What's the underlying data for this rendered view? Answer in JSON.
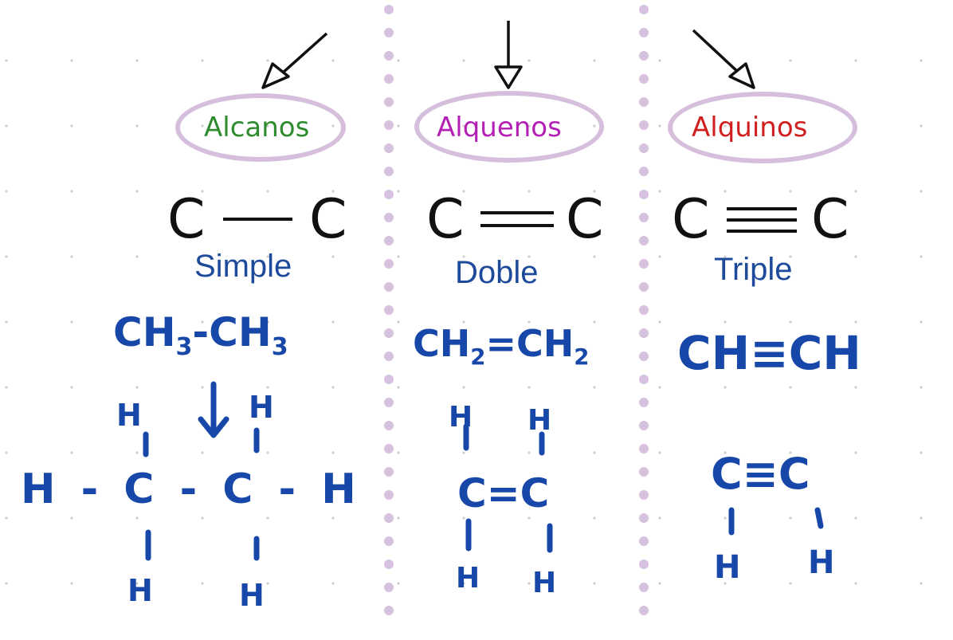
{
  "colors": {
    "background": "#ffffff",
    "grid_dot": "#cfcfcf",
    "divider": "#d6c2de",
    "ellipse": "#d5bfdc",
    "ink_black": "#111111",
    "handwriting_blue": "#1747a8",
    "bond_label_blue": "#1d4a9a",
    "alcanos": "#2e8b2e",
    "alquenos": "#b320b3",
    "alquinos": "#d11f1f"
  },
  "columns": [
    {
      "name": "Alcanos",
      "color_key": "alcanos",
      "bond": "C — C",
      "bond_type": "Simple",
      "condensed": "CH3-CH3",
      "structural": {
        "top_left_h": "H",
        "top_right_h": "H",
        "middle_row": "H - C - C - H",
        "bottom_left_h": "H",
        "bottom_right_h": "H"
      }
    },
    {
      "name": "Alquenos",
      "color_key": "alquenos",
      "bond": "C ═ C",
      "bond_type": "Doble",
      "condensed": "CH2=CH2",
      "structural": {
        "top_left_h": "H",
        "top_right_h": "H",
        "middle_row": "C=C",
        "bottom_left_h": "H",
        "bottom_right_h": "H"
      }
    },
    {
      "name": "Alquinos",
      "color_key": "alquinos",
      "bond": "C ≡ C",
      "bond_type": "Triple",
      "condensed": "CH≡CH",
      "structural": {
        "middle_row": "C≡C",
        "bottom_left_h": "H",
        "bottom_right_h": "H"
      }
    }
  ]
}
